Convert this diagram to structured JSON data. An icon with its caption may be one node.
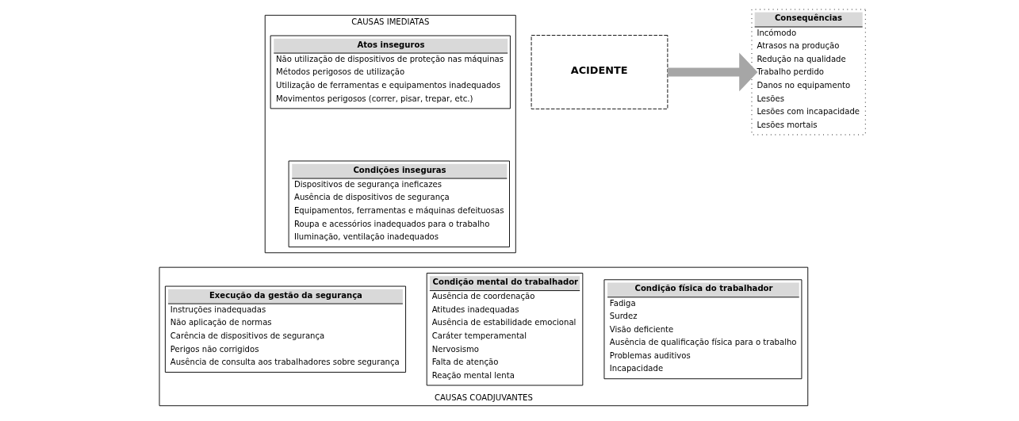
{
  "diagram": {
    "nodes": [
      {
        "text": [
          "CAUSAS IMEDIATAS"
        ]
      },
      {
        "text": [
          "Atos inseguros",
          "Não utilização de dispositivos de proteção nas máquinas",
          "Métodos perigosos de utilização",
          "Utilização de ferramentas e equipamentos inadequados",
          "Movimentos perigosos (correr, pisar, trepar, etc.)"
        ],
        "in": 0
      },
      {
        "text": [
          "Condições inseguras",
          "Dispositivos de segurança ineficazes",
          "Ausência de dispositivos de segurança",
          "Equipamentos, ferramentas e máquinas defeituosas",
          "Roupa e acessórios inadequados para o trabalho",
          "Iluminação, ventilação inadequados"
        ],
        "in": 0
      },
      {
        "text": [
          "ACIDENTE"
        ]
      },
      {
        "text": [
          "Consequências",
          "Incómodo",
          "Atrasos na produção",
          "Redução na qualidade",
          "Trabalho perdido",
          "Danos no equipamento",
          "Lesões",
          "Lesões com incapacidade",
          "Lesões mortais"
        ]
      },
      {
        "text": [
          "CAUSAS COADJUVANTES"
        ]
      },
      {
        "text": [
          "Execução da gestão da segurança",
          "Instruções inadequadas",
          "Não aplicação de normas",
          "Carência de dispositivos de segurança",
          "Perigos não corrigidos",
          "Ausência de consulta aos trabalhadores sobre segurança"
        ],
        "in": 5
      },
      {
        "text": [
          "Condição mental do trabalhador",
          "Ausência de coordenação",
          "Atitudes inadequadas",
          "Ausência de estabilidade emocional",
          "Caráter temperamental",
          "Nervosismo",
          "Falta de atenção",
          "Reação mental lenta"
        ],
        "in": 5
      },
      {
        "text": [
          "Condição física do trabalhador",
          "Fadiga",
          "Surdez",
          "Visão deficiente",
          "Ausência de qualificação física para o trabalho",
          "Problemas auditivos",
          "Incapacidade"
        ],
        "in": 5
      }
    ],
    "edges": [
      {
        "from": 3,
        "to": 4,
        "arrow": "to",
        "color": "#a6a6a6"
      }
    ]
  }
}
